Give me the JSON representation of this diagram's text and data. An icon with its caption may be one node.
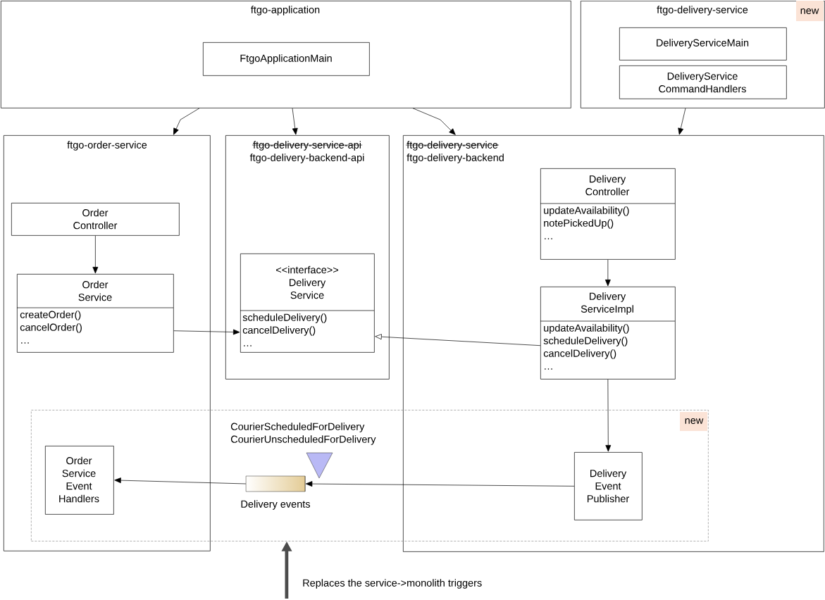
{
  "diagram": {
    "nodes": [
      {
        "text": [
          "ftgo-application"
        ]
      },
      {
        "text": [
          "FtgoApplicationMain"
        ],
        "in": 0
      },
      {
        "text": [
          "ftgo-delivery-service",
          "new"
        ]
      },
      {
        "text": [
          "DeliveryServiceMain"
        ],
        "in": 2
      },
      {
        "text": [
          "DeliveryService CommandHandlers"
        ],
        "in": 2
      },
      {
        "text": [
          "ftgo-order-service"
        ]
      },
      {
        "text": [
          "Order Controller"
        ],
        "in": 5
      },
      {
        "text": [
          "Order Service",
          "createOrder() cancelOrder() …"
        ],
        "in": 5
      },
      {
        "text": [
          "ftgo-delivery-service-api",
          "ftgo-delivery-backend-api"
        ]
      },
      {
        "text": [
          "<<interface>> Delivery Service",
          "scheduleDelivery() cancelDelivery() …"
        ],
        "in": 8
      },
      {
        "text": [
          "ftgo-delivery-service",
          "ftgo-delivery-backend"
        ]
      },
      {
        "text": [
          "Delivery Controller",
          "updateAvailability() notePickedUp() …"
        ],
        "in": 10
      },
      {
        "text": [
          "Delivery ServiceImpl",
          "updateAvailability() scheduleDelivery() cancelDelivery() …"
        ],
        "in": 10
      },
      {
        "text": [
          "new"
        ]
      },
      {
        "text": [
          "Order Service Event Handlers"
        ]
      },
      {
        "text": [],
        "shape": "cylinder",
        "in": 13,
        "beside": [
          "Delivery events"
        ]
      },
      {
        "text": [
          "Delivery Event Publisher"
        ]
      },
      {
        "text": [
          "Replaces the service->monolith triggers"
        ]
      }
    ],
    "edges": [
      {
        "from": 0,
        "to": 5,
        "arrow": "to"
      },
      {
        "from": 0,
        "to": 8,
        "arrow": "to"
      },
      {
        "from": 0,
        "to": 10,
        "arrow": "to"
      },
      {
        "from": 2,
        "to": 10,
        "arrow": "to"
      },
      {
        "from": 6,
        "to": 7,
        "arrow": "to"
      },
      {
        "from": 7,
        "to": 9,
        "arrow": "to"
      },
      {
        "from": 12,
        "to": 9,
        "arrow": "to"
      },
      {
        "from": 11,
        "to": 12,
        "arrow": "to"
      },
      {
        "from": 12,
        "to": 16,
        "arrow": "to"
      },
      {
        "from": 16,
        "to": 15,
        "arrow": "to"
      },
      {
        "from": 15,
        "to": 14,
        "arrow": "to"
      },
      {
        "from": 17,
        "to": 13,
        "arrow": "to",
        "style": "thick"
      }
    ],
    "labels": [
      "CourierScheduledForDelivery CourierUnscheduledForDelivery"
    ]
  }
}
